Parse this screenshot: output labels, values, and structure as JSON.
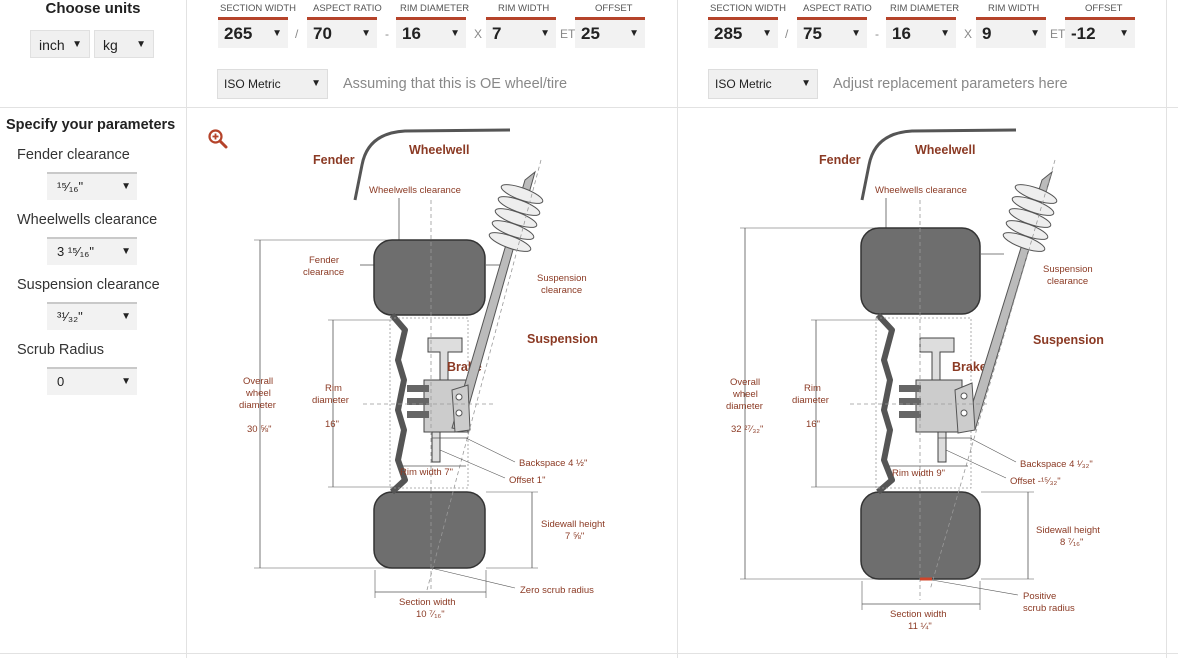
{
  "units": {
    "title": "Choose units",
    "length": "inch",
    "weight": "kg"
  },
  "params": {
    "title": "Specify your parameters",
    "items": [
      {
        "label": "Fender clearance",
        "value": "¹⁵⁄₁₆\""
      },
      {
        "label": "Wheelwells clearance",
        "value": "3 ¹⁵⁄₁₆\""
      },
      {
        "label": "Suspension clearance",
        "value": "³¹⁄₃₂\""
      },
      {
        "label": "Scrub Radius",
        "value": "0"
      }
    ]
  },
  "field_labels": {
    "section_width": "SECTION WIDTH",
    "aspect_ratio": "ASPECT RATIO",
    "rim_diameter": "RIM DIAMETER",
    "rim_width": "RIM WIDTH",
    "offset": "OFFSET",
    "sep_slash": "/",
    "sep_dash": "-",
    "sep_x": "X",
    "sep_et": "ET"
  },
  "oe": {
    "section_width": "265",
    "aspect_ratio": "70",
    "rim_diameter": "16",
    "rim_width": "7",
    "offset": "25",
    "standard": "ISO Metric",
    "hint": "Assuming that this is OE wheel/tire"
  },
  "replacement": {
    "section_width": "285",
    "aspect_ratio": "75",
    "rim_diameter": "16",
    "rim_width": "9",
    "offset": "-12",
    "standard": "ISO Metric",
    "hint": "Adjust replacement parameters here"
  },
  "diagram_labels": {
    "fender": "Fender",
    "wheelwell": "Wheelwell",
    "wheelwells_clearance": "Wheelwells clearance",
    "fender_clearance_1": "Fender",
    "fender_clearance_2": "clearance",
    "suspension_clearance_1": "Suspension",
    "suspension_clearance_2": "clearance",
    "suspension": "Suspension",
    "brake": "Brake",
    "overall_1": "Overall",
    "overall_2": "wheel",
    "overall_3": "diameter",
    "rim_1": "Rim",
    "rim_2": "diameter",
    "sidewall_label": "Sidewall height",
    "section_width_label": "Section width"
  },
  "diagram_left": {
    "overall_value": "30 ⅝\"",
    "rim_value": "16\"",
    "rim_width": "Rim width 7\"",
    "backspace": "Backspace 4 ½\"",
    "offset": "Offset 1\"",
    "sidewall_value": "7 ⅝\"",
    "section_width_value": "10 ⁷⁄₁₆\"",
    "scrub": "Zero scrub radius"
  },
  "diagram_right": {
    "overall_value": "32 ²⁷⁄₃₂\"",
    "rim_value": "16\"",
    "rim_width": "Rim width 9\"",
    "backspace": "Backspace 4 ¹⁄₃₂\"",
    "offset": "Offset -¹⁵⁄₃₂\"",
    "sidewall_value": "8 ⁷⁄₁₆\"",
    "section_width_value": "11 ¼\"",
    "scrub_1": "Positive",
    "scrub_2": "scrub radius"
  },
  "colors": {
    "accent": "#b5432a",
    "tire": "#6e6e6e",
    "label": "#8b3a24"
  }
}
